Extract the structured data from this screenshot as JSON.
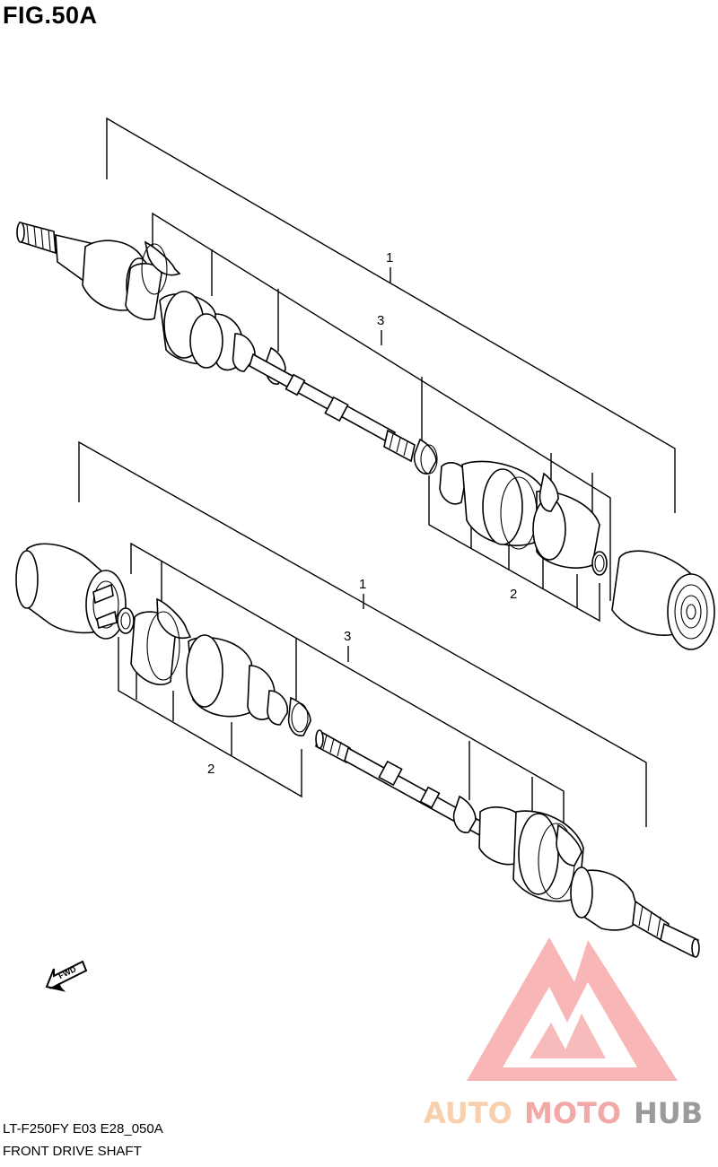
{
  "figure": {
    "title": "FIG.50A"
  },
  "callouts": {
    "upper": {
      "assembly": "1",
      "boot_kit_outer": "3",
      "boot_kit_inner": "2"
    },
    "lower": {
      "assembly": "1",
      "boot_kit_outer": "3",
      "boot_kit_inner": "2"
    }
  },
  "fwd_arrow": {
    "label": "FWD",
    "icon": "fwd-arrow-icon"
  },
  "footer": {
    "model_code": "LT-F250FY E03 E28_050A",
    "caption": "FRONT DRIVE SHAFT"
  },
  "watermark": {
    "brand_part_1": "AUTO",
    "brand_part_2": "MOTO",
    "brand_part_3": "HUB",
    "colors": {
      "auto": "#f7c8a0",
      "moto": "#f29a9a",
      "hub": "#8a8a8a",
      "logo": "#f07070"
    }
  }
}
